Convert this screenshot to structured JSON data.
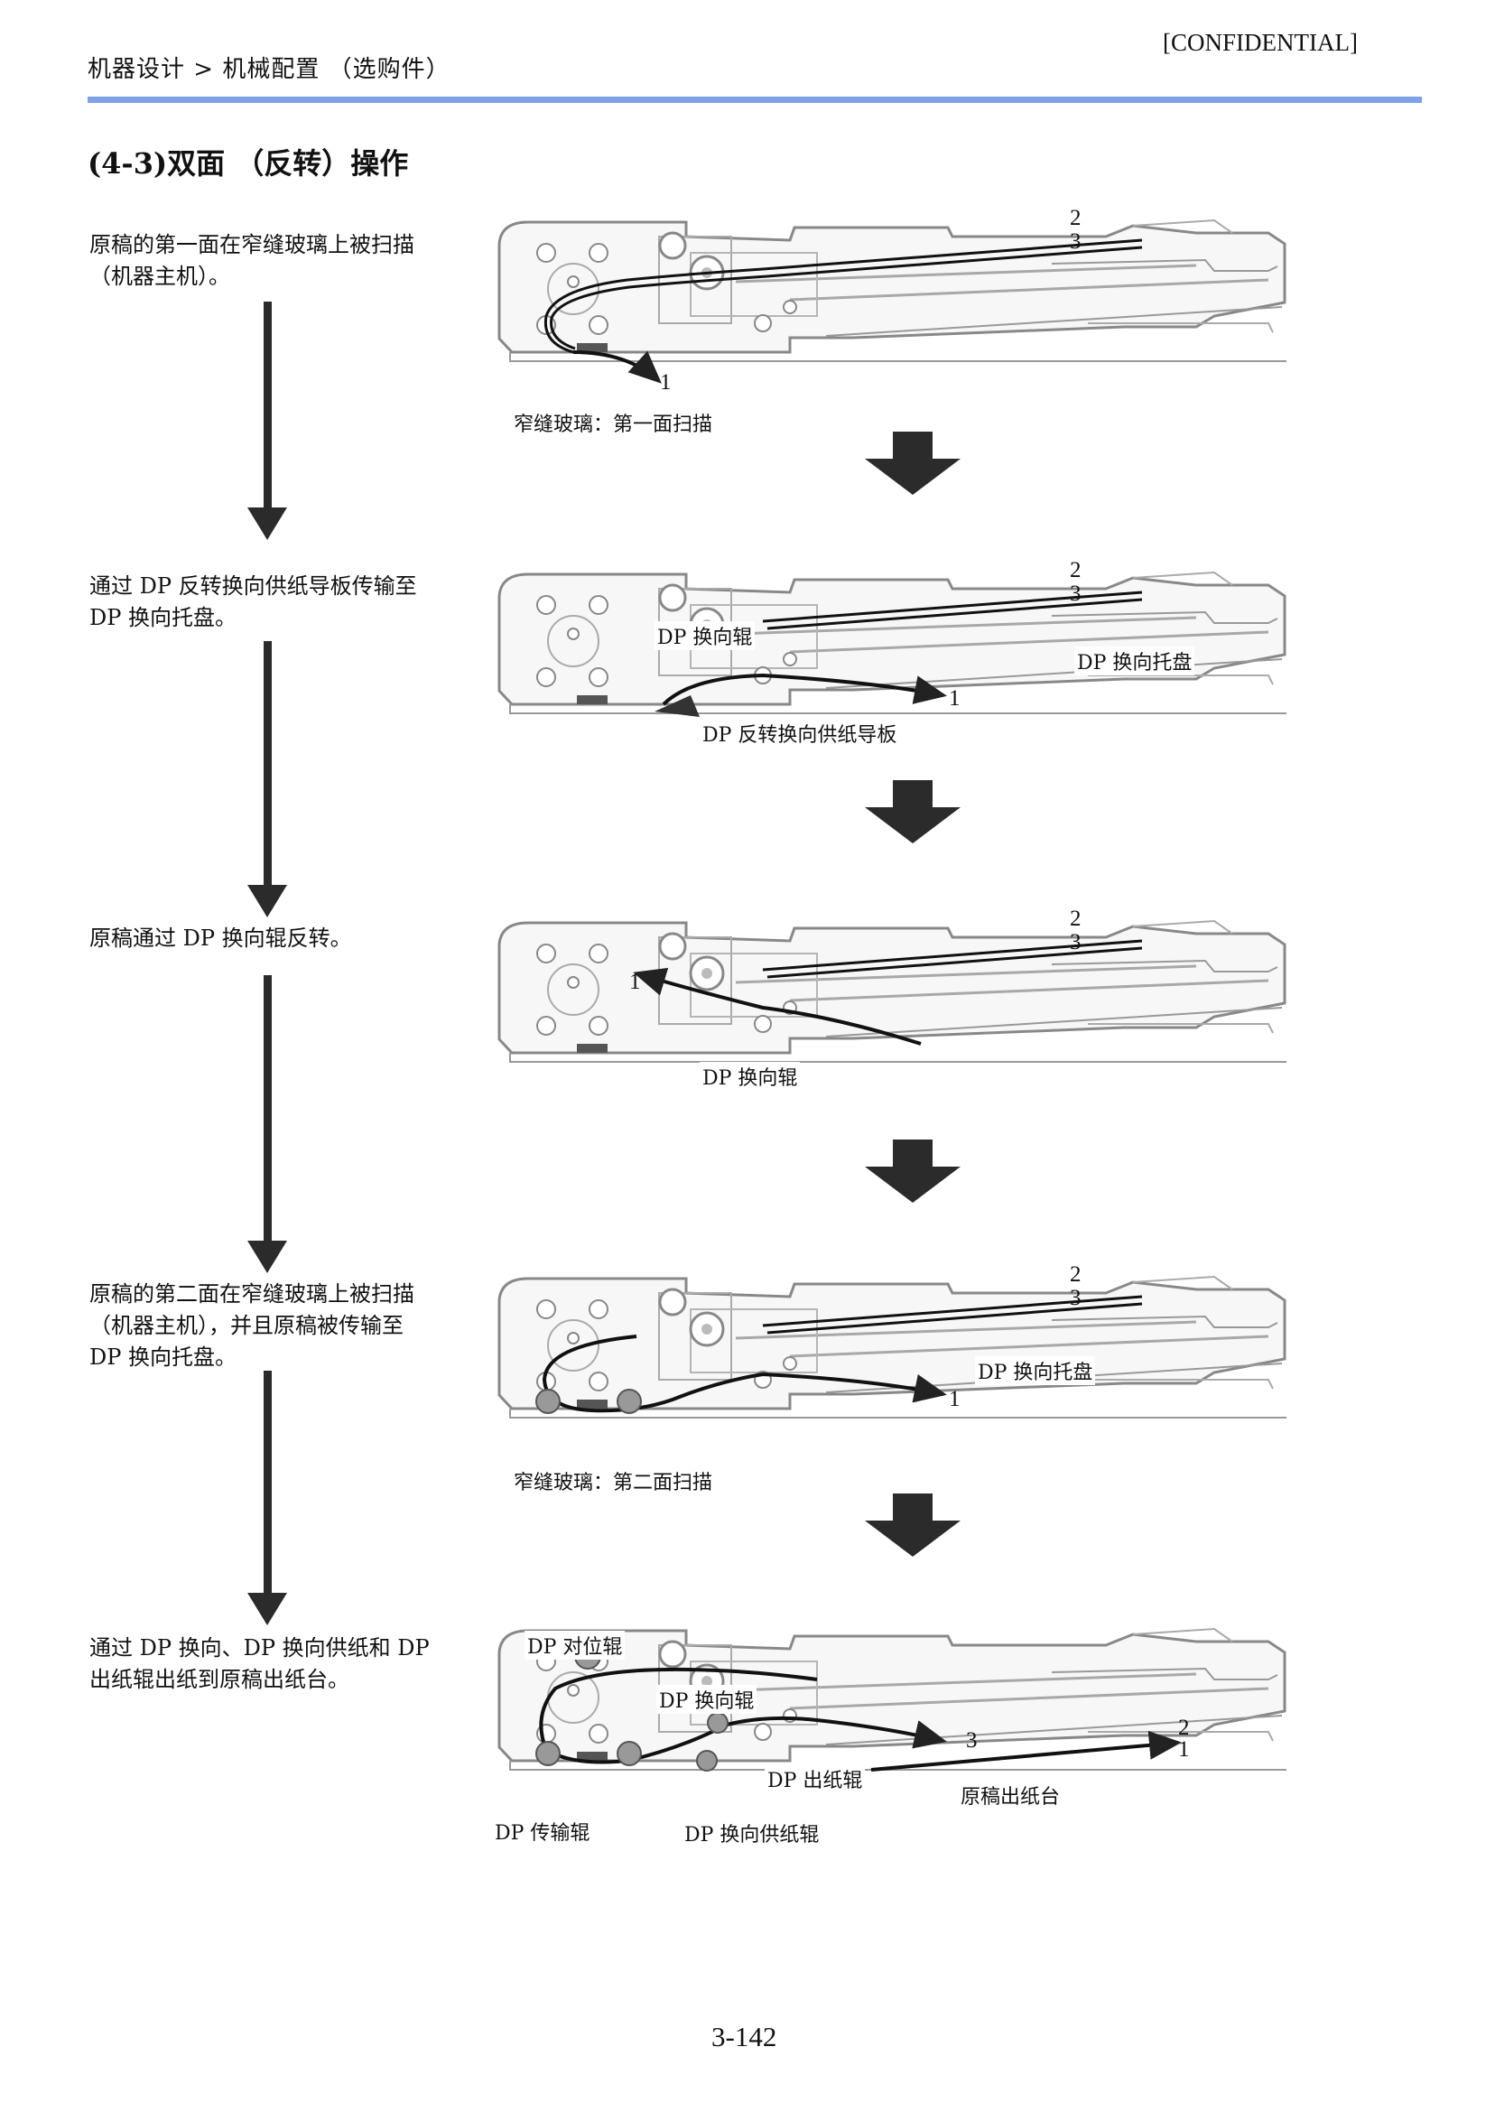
{
  "header": {
    "breadcrumb": "机器设计 > 机械配置 （选购件）",
    "confidential": "[CONFIDENTIAL]"
  },
  "section_title": "(4-3)双面 （反转）操作",
  "steps": [
    {
      "text": "原稿的第一面在窄缝玻璃上被扫描（机器主机）。"
    },
    {
      "text": "通过 DP 反转换向供纸导板传输至 DP 换向托盘。"
    },
    {
      "text": "原稿通过 DP 换向辊反转。"
    },
    {
      "text": "原稿的第二面在窄缝玻璃上被扫描（机器主机），并且原稿被传输至 DP 换向托盘。"
    },
    {
      "text": "通过 DP 换向、DP 换向供纸和 DP 出纸辊出纸到原稿出纸台。"
    }
  ],
  "diagrams": [
    {
      "labels": {
        "scan": "窄缝玻璃：第一面扫描"
      },
      "numbers": {
        "n1": "1",
        "n2": "2",
        "n3": "3"
      }
    },
    {
      "labels": {
        "switch_roller": "DP 换向辊",
        "switch_tray": "DP 换向托盘",
        "guide": "DP 反转换向供纸导板"
      },
      "numbers": {
        "n1": "1",
        "n2": "2",
        "n3": "3"
      }
    },
    {
      "labels": {
        "switch_roller": "DP 换向辊"
      },
      "numbers": {
        "n1": "1",
        "n2": "2",
        "n3": "3"
      }
    },
    {
      "labels": {
        "switch_tray": "DP 换向托盘",
        "scan": "窄缝玻璃：第二面扫描"
      },
      "numbers": {
        "n1": "1",
        "n2": "2",
        "n3": "3"
      }
    },
    {
      "labels": {
        "register": "DP 对位辊",
        "switch_roller": "DP 换向辊",
        "eject_roller": "DP 出纸辊",
        "exit_tray": "原稿出纸台",
        "conveying": "DP 传输辊",
        "switch_feed": "DP 换向供纸辊"
      },
      "numbers": {
        "n1": "1",
        "n2": "2",
        "n3": "3"
      }
    }
  ],
  "page_number": "3-142"
}
